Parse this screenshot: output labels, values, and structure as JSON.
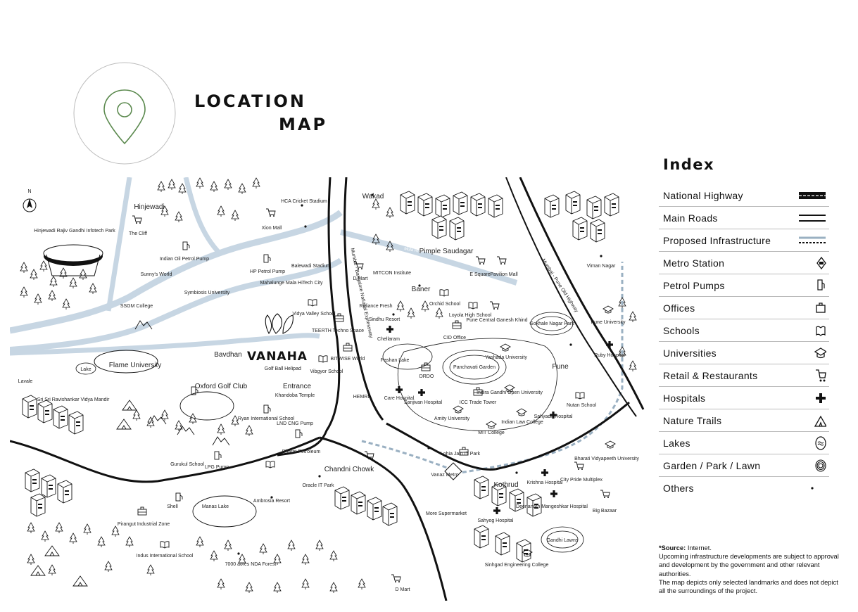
{
  "header": {
    "title_line1": "LOCATION",
    "title_line2": "MAP"
  },
  "compass": "N",
  "index": {
    "title": "Index",
    "items": [
      {
        "label": "National Highway",
        "icon": "national-highway-icon"
      },
      {
        "label": "Main Roads",
        "icon": "main-roads-icon"
      },
      {
        "label": "Proposed Infrastructure",
        "icon": "proposed-infrastructure-icon"
      },
      {
        "label": "Metro Station",
        "icon": "metro-station-icon"
      },
      {
        "label": "Petrol Pumps",
        "icon": "petrol-pump-icon"
      },
      {
        "label": "Offices",
        "icon": "office-icon"
      },
      {
        "label": "Schools",
        "icon": "school-icon"
      },
      {
        "label": "Universities",
        "icon": "university-icon"
      },
      {
        "label": "Retail & Restaurants",
        "icon": "cart-icon"
      },
      {
        "label": "Hospitals",
        "icon": "hospital-cross-icon"
      },
      {
        "label": "Nature Trails",
        "icon": "tent-icon"
      },
      {
        "label": "Lakes",
        "icon": "lake-icon"
      },
      {
        "label": "Garden / Park / Lawn",
        "icon": "garden-icon"
      },
      {
        "label": "Others",
        "icon": "dot-icon"
      }
    ]
  },
  "note": {
    "source_label": "*Source:",
    "source_value": "Internet.",
    "line1": "Upcoming infrastructure developments are subject to approval and development by the government and other relevant authorities.",
    "line2": "The map depicts only selected landmarks and does not depict all the surroundings of the project."
  },
  "map": {
    "labels": {
      "hinjewadi": "Hinjewadi",
      "rajiv": "Hinjewadi Rajiv Gandhi Infotech Park",
      "the_cliff": "The Cliff",
      "xion": "Xion Mall",
      "hca": "HCA Cricket Stadium",
      "wakad": "Wakad",
      "indian_oil": "Indian Oil Petrol Pump",
      "sunnys": "Sunny's World",
      "hp": "HP Petrol Pump",
      "balewadi": "Balewadi Stadium",
      "symbiosis": "Symbiosis University",
      "mahalunge": "Mahalunge Mala HiTech City",
      "dmart1": "D Mart",
      "mitcon": "MITCON Institute",
      "baner": "Baner",
      "pimple": "Pimple Saudagar",
      "esquare": "E Square",
      "pavilion": "Pavilion Mall",
      "viman": "Viman Nagar",
      "ssgm": "SSGM College",
      "vidya": "Vidya Valley School",
      "teerth": "TEERTH Techno Space",
      "reliance": "Reliance Fresh",
      "sindhu": "Sindhu Resort",
      "orchid": "Orchid School",
      "loyola": "Loyola High School",
      "central": "Pune Central Ganesh Khind",
      "gokhale": "Gokhale Nagar Park",
      "pune_uni": "Pune University",
      "flame": "Flame University",
      "bavdhan": "Bavdhan",
      "vanaha": "VANAHA",
      "bitwise": "BITWISE World",
      "vibgyor": "Vibgyor School",
      "chellaram": "Chellaram",
      "cid": "CID Office",
      "pashan": "Pashan Lake",
      "panchavati": "Panchavati Garden",
      "yashada": "Yashada University",
      "pune": "Pune",
      "ruby": "Ruby Hospital",
      "lake_left": "Lake",
      "lavale": "Lavale",
      "sri_sri": "Sri Sri Ravishankar Vidya Mandir",
      "oxford": "Oxford Golf Club",
      "entrance": "Entrance",
      "khandoba": "Khandoba Temple",
      "ryan": "Ryan International School",
      "lpg_cng": "LND CNG Pump",
      "bharat": "Bharat Petroleum",
      "drdo": "DRDO",
      "hemrl": "HEMRL",
      "care": "Care Hospital",
      "sanjivan": "Sanjivan Hospital",
      "icc": "ICC Trade Tower",
      "ignou": "Indira Gandhi Open University",
      "amity": "Amity University",
      "mit": "MIT College",
      "ils": "Indian Law College",
      "sahyadri": "Sahyadri Hospital",
      "nutan": "Nutan School",
      "bharati": "Bharati Vidyapeeth University",
      "lohia": "Lohia Jain IT Park",
      "vanaz": "Vanaz Metro",
      "kothrud": "Kothrud",
      "krishna": "Krishna Hospital",
      "city_pride": "City Pride Multiplex",
      "deenanath": "Deenanath Mangeshkar Hospital",
      "big_bazaar": "Big Bazaar",
      "more": "More Supermarket",
      "sahyog": "Sahyog Hospital",
      "gandhi_lawns": "Gandhi Lawns",
      "sinhgad": "Sinhgad Engineering College",
      "chandni": "Chandni Chowk",
      "oracle": "Oracle IT Park",
      "shell": "Shell",
      "pirangut": "Pirangut Industrial Zone",
      "manas": "Manas Lake",
      "ambrosia": "Ambrosia Resort",
      "nda": "7000 acres NDA Forest",
      "dmart2": "D Mart",
      "indus": "Indus International School",
      "gurukul": "Gurukul School",
      "lpg_pump": "LPG Pump",
      "golf_ball": "Golf Ball",
      "helipad": "Helipad"
    },
    "roads": {
      "expressway": "Mumbai - Bangalore National Expressway",
      "old_highway": "Mumbai - Pune Old Highway",
      "mula": "Mula River"
    }
  }
}
